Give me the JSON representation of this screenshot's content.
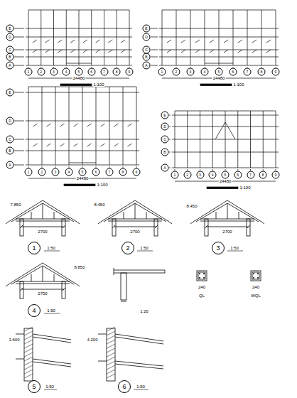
{
  "diagram": {
    "nodes": [
      {
        "text": [
          "1"
        ]
      },
      {
        "text": [
          "2"
        ]
      },
      {
        "text": [
          "3"
        ]
      },
      {
        "text": [
          "4"
        ]
      },
      {
        "text": [
          "5"
        ]
      },
      {
        "text": [
          "6"
        ]
      }
    ],
    "labels": [
      "1",
      "2",
      "3",
      "4",
      "5",
      "6",
      "7",
      "8",
      "9",
      "A",
      "B",
      "C",
      "D",
      "E",
      "24480",
      "1:100",
      "1",
      "2",
      "3",
      "4",
      "5",
      "6",
      "7",
      "8",
      "9",
      "A",
      "B",
      "C",
      "D",
      "E",
      "24480",
      "1:100",
      "1",
      "2",
      "3",
      "4",
      "5",
      "6",
      "7",
      "8",
      "9",
      "A",
      "B",
      "C",
      "D",
      "E",
      "24480",
      "1:100",
      "1",
      "2",
      "3",
      "4",
      "5",
      "6",
      "7",
      "8",
      "9",
      "A",
      "B",
      "C",
      "D",
      "E",
      "24480",
      "1:100",
      "1:50",
      "2700",
      "1:50",
      "2700",
      "1:50",
      "2700",
      "1:50",
      "2700",
      "1:20",
      "240",
      "QL",
      "240",
      "WQL",
      "1:50",
      "3.600",
      "1:50",
      "4.200",
      "7.850",
      "8.450",
      "8.450",
      "8.850"
    ]
  }
}
